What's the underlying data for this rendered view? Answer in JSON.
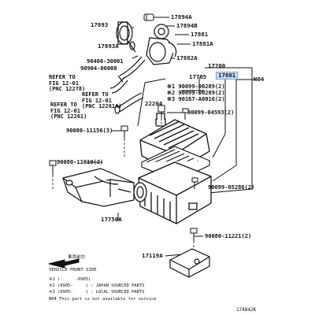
{
  "callouts": [
    {
      "id": "p17893",
      "text": "17893"
    },
    {
      "id": "p17894a",
      "text": "17894A"
    },
    {
      "id": "p17894b",
      "text": "17894B"
    },
    {
      "id": "p17881",
      "text": "17881"
    },
    {
      "id": "p17881a",
      "text": "17881A"
    },
    {
      "id": "p17893a",
      "text": "17893A"
    },
    {
      "id": "p90466",
      "text": "90466-30001"
    },
    {
      "id": "p90904",
      "text": "90904-06008"
    },
    {
      "id": "p17882a",
      "text": "17882A"
    },
    {
      "id": "p17700",
      "text": "17700"
    },
    {
      "id": "p17705",
      "text": "17705"
    },
    {
      "id": "p17801",
      "text": "17801"
    },
    {
      "id": "pN04",
      "text": "N04"
    },
    {
      "id": "p90099a",
      "text": "※1 90099-00289(2)"
    },
    {
      "id": "p90099b",
      "text": "※2 90099-00289(2)"
    },
    {
      "id": "p90167",
      "text": "※3 90167-A0016(2)"
    },
    {
      "id": "p22204",
      "text": "22204"
    },
    {
      "id": "p90099c",
      "text": "90099-04593(2)"
    },
    {
      "id": "p90080a",
      "text": "90080-11156(3)"
    },
    {
      "id": "p90080b",
      "text": "90080-11619(2)"
    },
    {
      "id": "p90099d",
      "text": "90099-05286(2)"
    },
    {
      "id": "p17750a",
      "text": "17750A"
    },
    {
      "id": "p90080c",
      "text": "90080-11221(2)"
    },
    {
      "id": "p17119a",
      "text": "17119A"
    }
  ],
  "references": [
    {
      "id": "ref1",
      "text": "REFER TO\nFIG 12-01\n(PNC 12278)"
    },
    {
      "id": "ref2",
      "text": "REFER TO\nFIG 12-01\n(PNC 12261A)"
    },
    {
      "id": "ref3",
      "text": "REFER TO\nFIG 12-01\n(PNC 12261)"
    }
  ],
  "vehicle_front": {
    "jp": "車両前方",
    "en": "VEHICLE FRONT SIDE"
  },
  "legend": [
    "※1 (      -0905)",
    "※2 (0905-     ) : JAPAN SOURCED PARTS",
    "※3 (0905-     ) : LOCAL SOURCED PARTS",
    "N04 This part is not available for service"
  ],
  "drawing_number": "174842K"
}
